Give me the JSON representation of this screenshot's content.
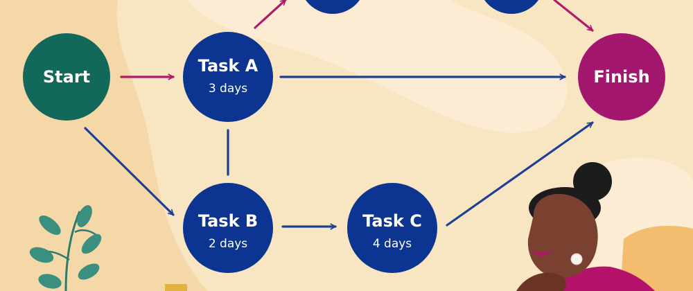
{
  "colors": {
    "background": "#f8e5c2",
    "blob_light": "#fbecd3",
    "blob_dark": "#f5d8a8",
    "task": "#0b3590",
    "start": "#12695a",
    "finish": "#a3186e",
    "arrow_blue": "#1d3f95",
    "arrow_magenta": "#b0196c",
    "leaf": "#3a8f7f",
    "skin": "#7a4130",
    "hair": "#1c1c1c",
    "shirt": "#b5126b",
    "chair": "#f2bd6e"
  },
  "nodes": {
    "start": {
      "title": "Start"
    },
    "task_a": {
      "title": "Task A",
      "duration": "3 days"
    },
    "task_b": {
      "title": "Task B",
      "duration": "2 days"
    },
    "task_c": {
      "title": "Task C",
      "duration": "4 days"
    },
    "finish": {
      "title": "Finish"
    }
  }
}
